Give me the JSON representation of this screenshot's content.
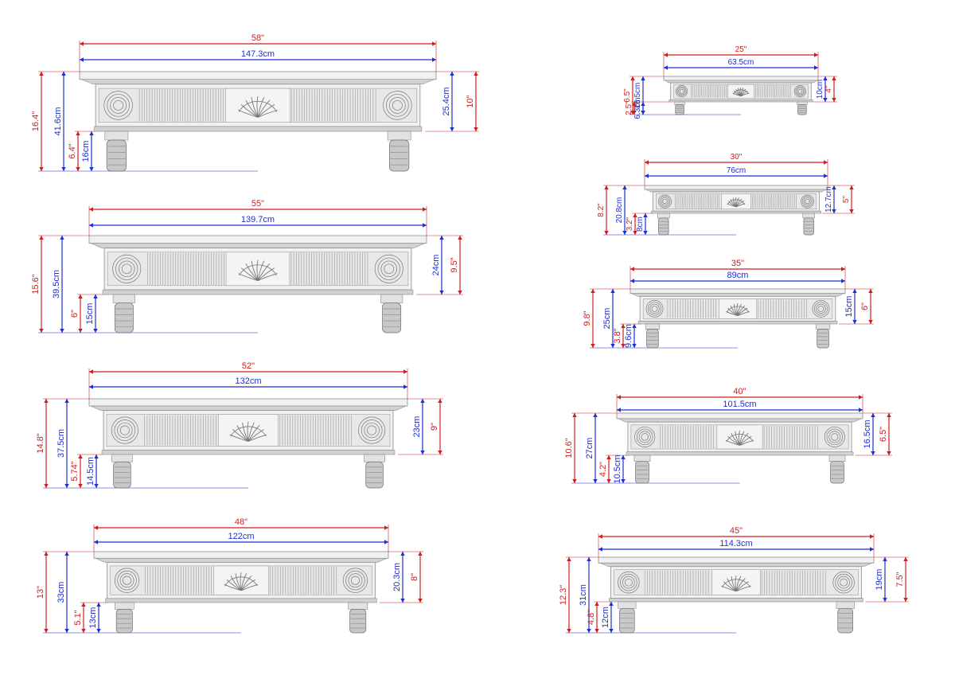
{
  "colors": {
    "imperial": "#cc1f1f",
    "metric": "#1f2fd0",
    "shelf_fill": "#f1f1f1",
    "shelf_shade": "#d2d2d2",
    "shelf_line": "#8c8c8c",
    "flute_line": "#9a9a9a"
  },
  "shelves": [
    {
      "id": "58",
      "width_in": "58\"",
      "width_cm": "147.3cm",
      "height_in": "16.4\"",
      "height_cm": "41.6cm",
      "body_cm": "25.4cm",
      "body_in": "10\"",
      "leg_in": "6.4\"",
      "leg_cm": "16cm"
    },
    {
      "id": "55",
      "width_in": "55\"",
      "width_cm": "139.7cm",
      "height_in": "15.6\"",
      "height_cm": "39.5cm",
      "body_cm": "24cm",
      "body_in": "9.5\"",
      "leg_in": "6\"",
      "leg_cm": "15cm"
    },
    {
      "id": "52",
      "width_in": "52\"",
      "width_cm": "132cm",
      "height_in": "14.8\"",
      "height_cm": "37.5cm",
      "body_cm": "23cm",
      "body_in": "9\"",
      "leg_in": "5.74\"",
      "leg_cm": "14.5cm"
    },
    {
      "id": "48",
      "width_in": "48\"",
      "width_cm": "122cm",
      "height_in": "13\"",
      "height_cm": "33cm",
      "body_cm": "20.3cm",
      "body_in": "8\"",
      "leg_in": "5.1\"",
      "leg_cm": "13cm"
    },
    {
      "id": "25",
      "width_in": "25\"",
      "width_cm": "63.5cm",
      "height_in": "6.5\"",
      "height_cm": "16.5cm",
      "body_cm": "10cm",
      "body_in": "4\"",
      "leg_in": "2.5\"",
      "leg_cm": "6.3cm"
    },
    {
      "id": "30",
      "width_in": "30\"",
      "width_cm": "76cm",
      "height_in": "8.2\"",
      "height_cm": "20.8cm",
      "body_cm": "12.7cm",
      "body_in": "5\"",
      "leg_in": "3.2\"",
      "leg_cm": "8cm"
    },
    {
      "id": "35",
      "width_in": "35\"",
      "width_cm": "89cm",
      "height_in": "9.8\"",
      "height_cm": "25cm",
      "body_cm": "15cm",
      "body_in": "6\"",
      "leg_in": "3.8\"",
      "leg_cm": "9.6cm"
    },
    {
      "id": "40",
      "width_in": "40\"",
      "width_cm": "101.5cm",
      "height_in": "10.6\"",
      "height_cm": "27cm",
      "body_cm": "16.5cm",
      "body_in": "6.5\"",
      "leg_in": "4.2\"",
      "leg_cm": "10.5cm"
    },
    {
      "id": "45",
      "width_in": "45\"",
      "width_cm": "114.3cm",
      "height_in": "12.3\"",
      "height_cm": "31cm",
      "body_cm": "19cm",
      "body_in": "7.5\"",
      "leg_in": "4.8\"",
      "leg_cm": "12cm"
    }
  ]
}
